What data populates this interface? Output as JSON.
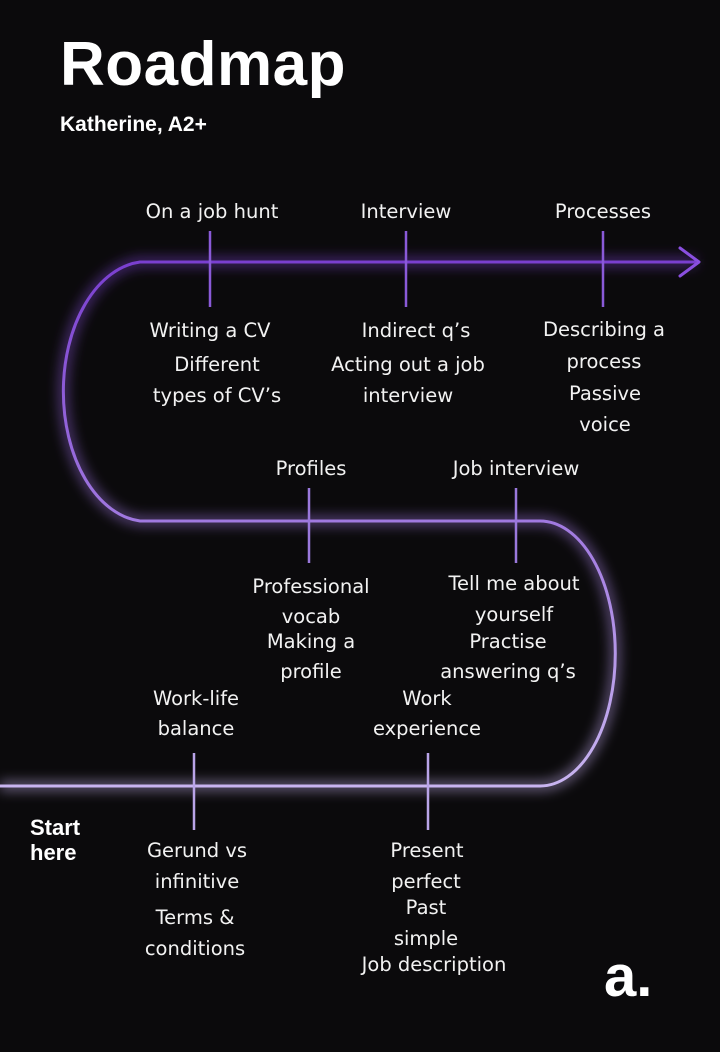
{
  "header": {
    "title": "Roadmap",
    "subtitle": "Katherine, A2+"
  },
  "start_label": "Start here",
  "logo_text": "a.",
  "colors": {
    "background": "#0b0a0c",
    "path_dark": "#7a3fd0",
    "path_light": "#c8b4f0",
    "text": "#f2f2f2"
  },
  "milestones": [
    {
      "topic": "On a job hunt",
      "details": [
        "Writing a CV",
        "Different",
        "types of CV’s"
      ]
    },
    {
      "topic": "Interview",
      "details": [
        "Indirect q’s",
        "Acting out a job",
        "interview"
      ]
    },
    {
      "topic": "Processes",
      "details": [
        "Describing a",
        "process",
        "Passive",
        "voice"
      ]
    },
    {
      "topic": "Profiles",
      "details": [
        "Professional",
        "vocab",
        "Making a",
        "profile"
      ]
    },
    {
      "topic": "Job interview",
      "details": [
        "Tell me about",
        "yourself",
        "Practise",
        "answering q’s"
      ]
    },
    {
      "topic": "Work-life balance",
      "topic_lines": [
        "Work-life",
        "balance"
      ],
      "details": [
        "Gerund vs",
        "infinitive",
        "Terms &",
        "conditions"
      ]
    },
    {
      "topic": "Work experience",
      "topic_lines": [
        "Work",
        "experience"
      ],
      "details": [
        "Present",
        "perfect",
        "Past",
        "simple",
        "Job description"
      ]
    }
  ]
}
